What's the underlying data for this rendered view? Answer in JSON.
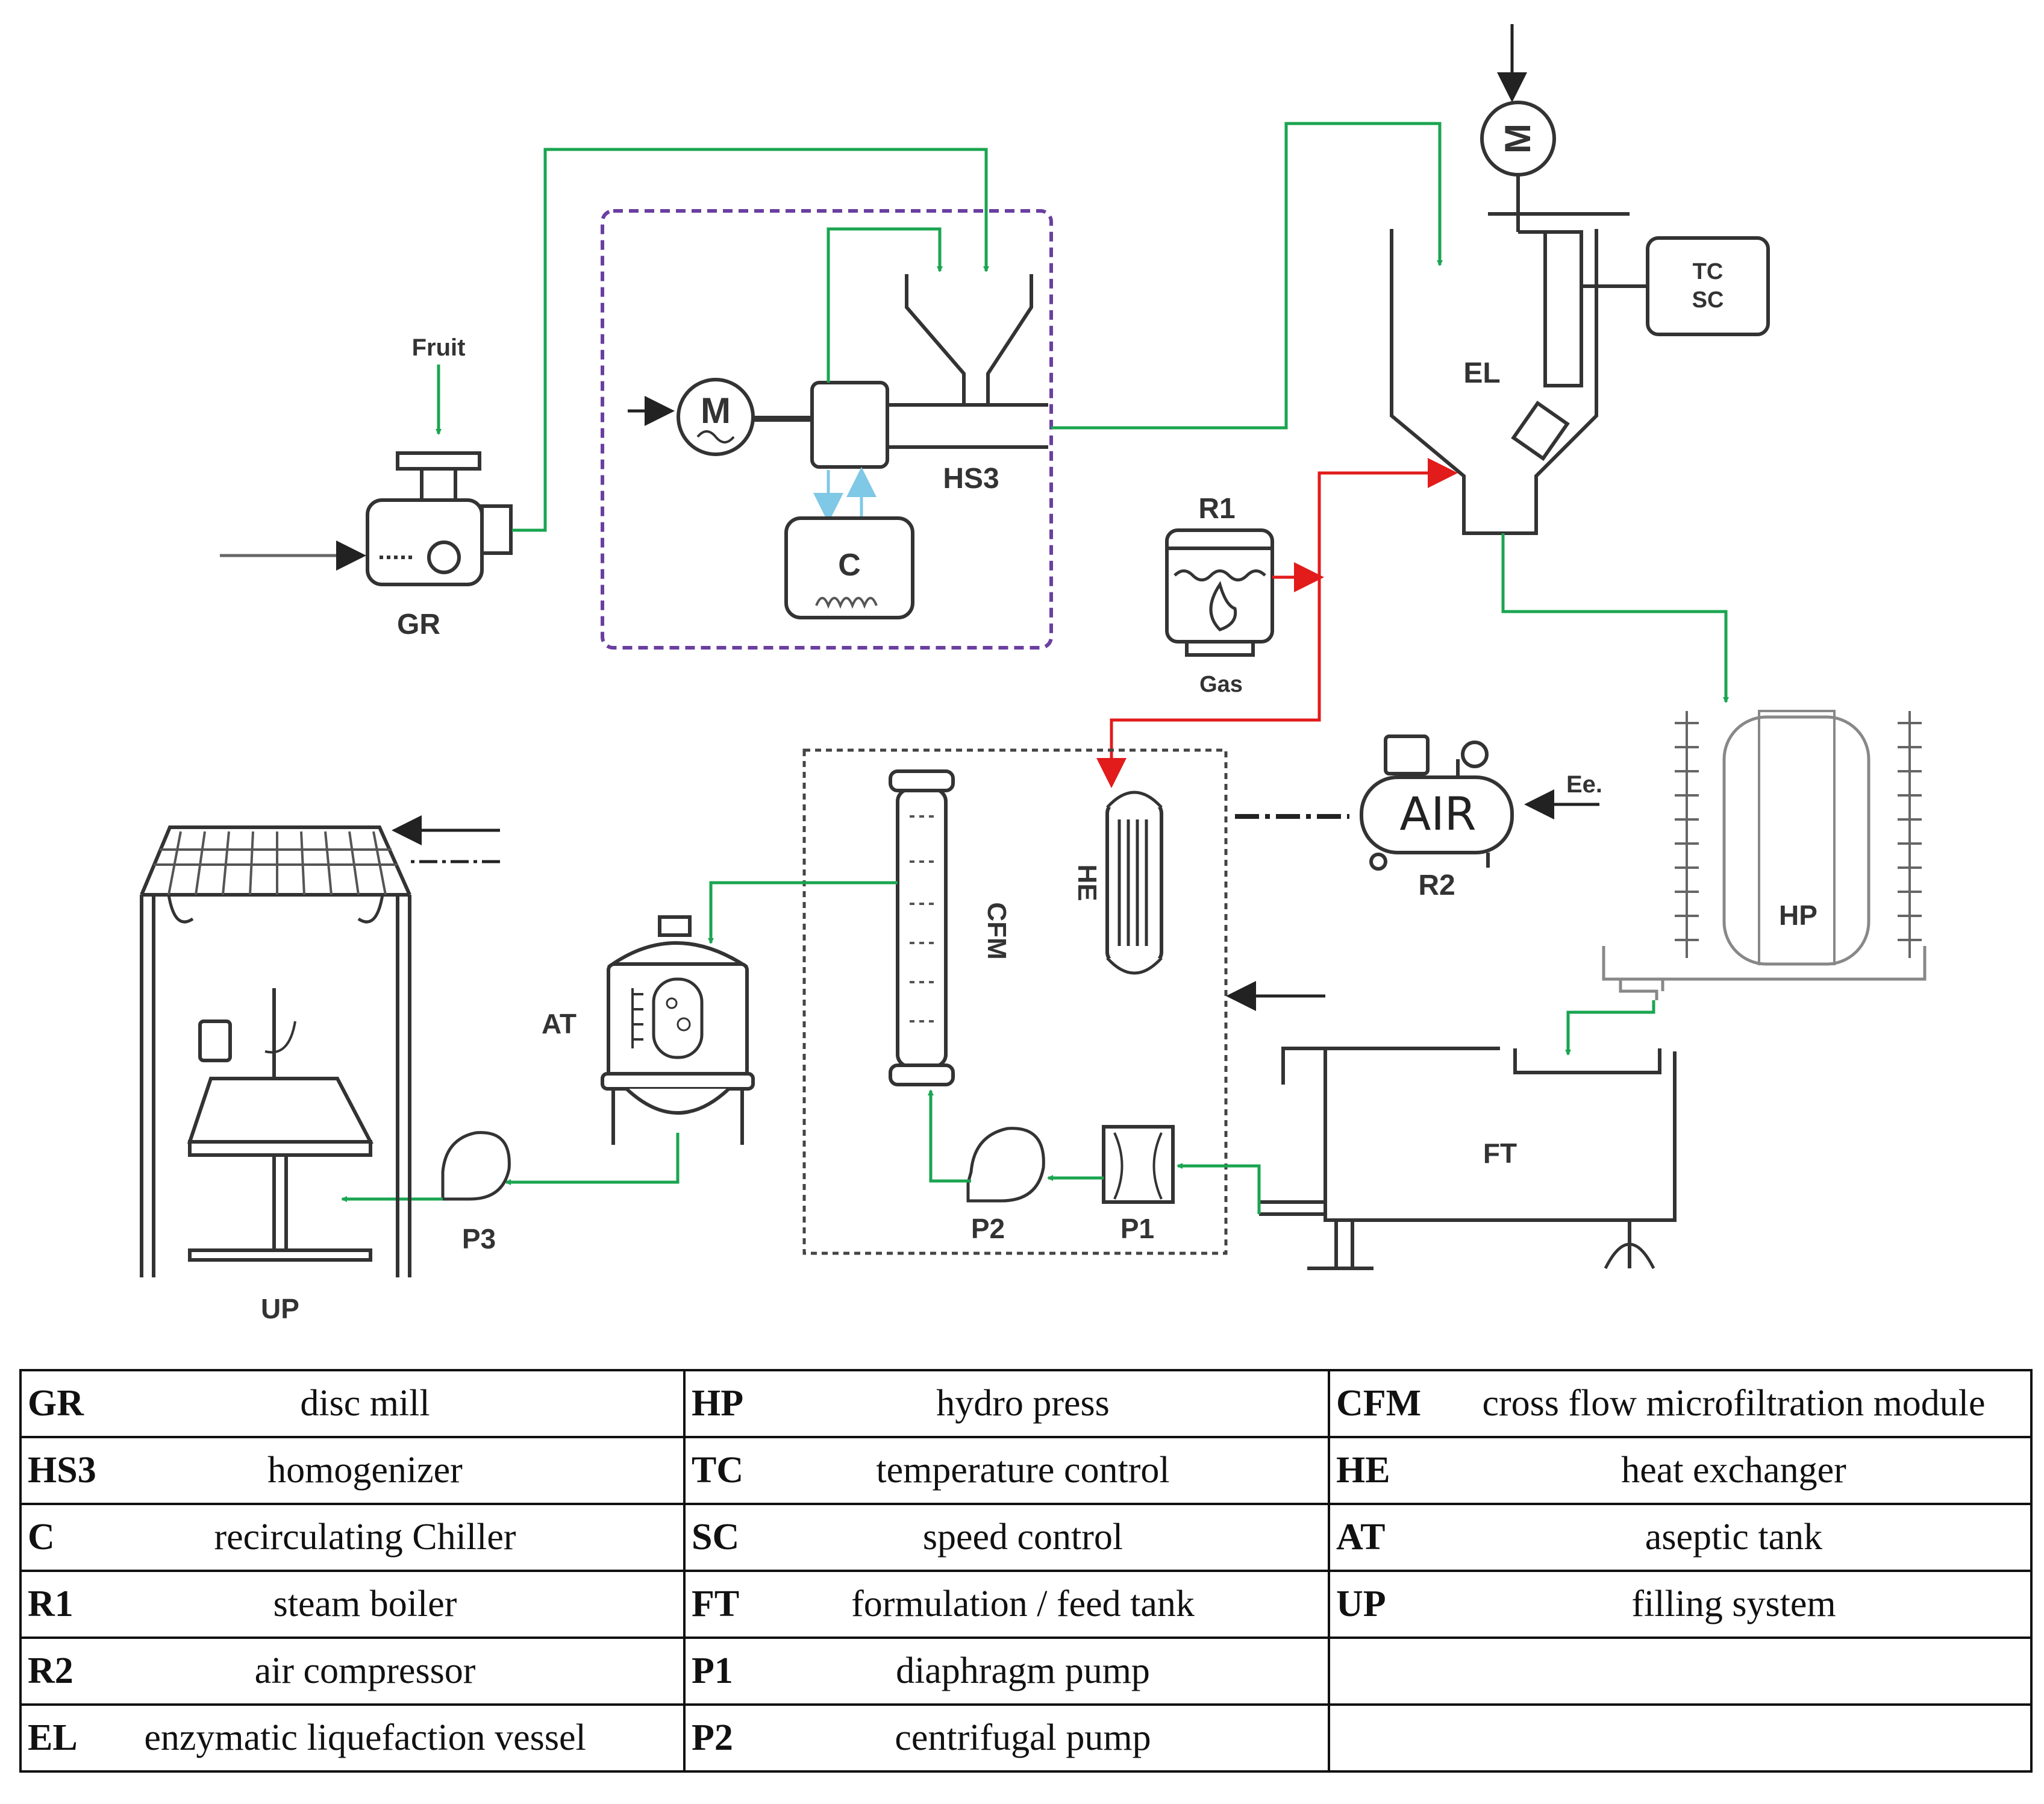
{
  "labels": {
    "fruit": "Fruit",
    "gr": "GR",
    "hs3": "HS3",
    "c": "C",
    "m_hs3": "M",
    "m_el": "M",
    "el": "EL",
    "tc": "TC",
    "sc": "SC",
    "r1": "R1",
    "gas": "Gas",
    "air": "AIR",
    "r2": "R2",
    "ee": "Ee.",
    "hp": "HP",
    "ft": "FT",
    "cfm": "CFM",
    "he": "HE",
    "at": "AT",
    "p1": "P1",
    "p2": "P2",
    "p3": "P3",
    "up": "UP"
  },
  "legend": {
    "rows": [
      [
        {
          "abbr": "GR",
          "desc": "disc mill"
        },
        {
          "abbr": "HP",
          "desc": "hydro press"
        },
        {
          "abbr": "CFM",
          "desc": "cross flow microfiltration module"
        }
      ],
      [
        {
          "abbr": "HS3",
          "desc": "homogenizer"
        },
        {
          "abbr": "TC",
          "desc": "temperature control"
        },
        {
          "abbr": "HE",
          "desc": "heat exchanger"
        }
      ],
      [
        {
          "abbr": "C",
          "desc": "recirculating Chiller"
        },
        {
          "abbr": "SC",
          "desc": "speed control"
        },
        {
          "abbr": "AT",
          "desc": "aseptic tank"
        }
      ],
      [
        {
          "abbr": "R1",
          "desc": "steam boiler"
        },
        {
          "abbr": "FT",
          "desc": "formulation / feed tank"
        },
        {
          "abbr": "UP",
          "desc": "filling system"
        }
      ],
      [
        {
          "abbr": "R2",
          "desc": "air compressor"
        },
        {
          "abbr": "P1",
          "desc": "diaphragm pump"
        },
        {
          "abbr": "",
          "desc": ""
        }
      ],
      [
        {
          "abbr": "EL",
          "desc": "enzymatic liquefaction vessel"
        },
        {
          "abbr": "P2",
          "desc": "centrifugal pump"
        },
        {
          "abbr": "",
          "desc": ""
        }
      ]
    ]
  },
  "colors": {
    "product_flow": "#1aa550",
    "steam_flow": "#e21b1b",
    "coolant_flow": "#7fc8e6",
    "homogenizer_boundary": "#6a3fa0",
    "equipment": "#333333"
  }
}
